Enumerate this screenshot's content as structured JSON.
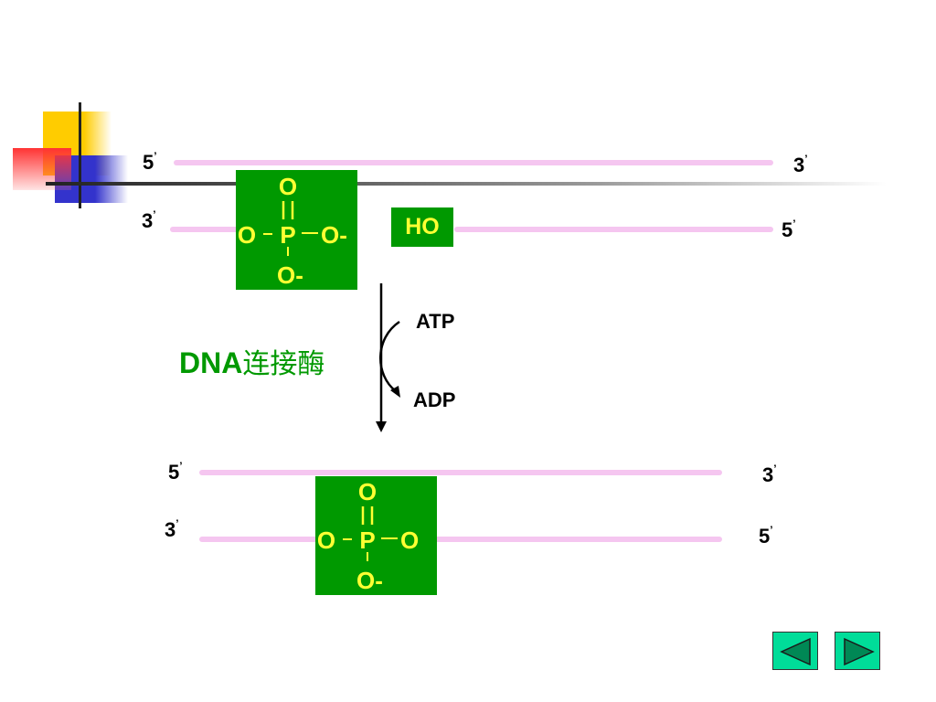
{
  "top_duplex": {
    "upper_left_end": "5",
    "upper_right_end": "3",
    "lower_left_end": "3",
    "lower_right_end": "5",
    "phosphate": {
      "top_o": "O",
      "left_o": "O",
      "p": "P",
      "right_o": "O-",
      "bottom_o": "O-"
    },
    "hydroxyl": "HO"
  },
  "reaction": {
    "enzyme_latin": "DNA",
    "enzyme_cjk": "连接酶",
    "input": "ATP",
    "output": "ADP"
  },
  "bottom_duplex": {
    "upper_left_end": "5",
    "upper_right_end": "3",
    "lower_left_end": "3",
    "lower_right_end": "5",
    "phosphate": {
      "top_o": "O",
      "left_o": "O",
      "p": "P",
      "right_o": "O",
      "bottom_o": "O-"
    }
  },
  "prime_mark": "’",
  "colors": {
    "strand": "#f5c6f0",
    "phosphate_box": "#009900",
    "phosphate_text": "#ffff33",
    "enzyme_text": "#009900",
    "nav_button": "#00dd99"
  },
  "navigation": {
    "prev_icon": "triangle-left-icon",
    "next_icon": "triangle-right-icon"
  }
}
